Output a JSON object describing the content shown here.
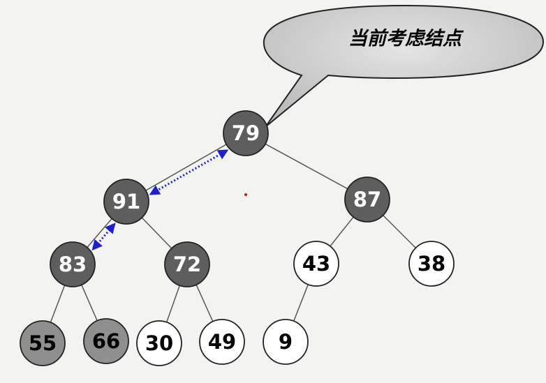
{
  "callout": {
    "text": "当前考虑结点",
    "fill": "#cfcfcf"
  },
  "colors": {
    "current_path": "#5e5e5e",
    "subtree": "#8f8f8f",
    "plain": "#ffffff",
    "edge": "#555555",
    "swap_arrow": "#1f1fd0",
    "light_text": "#ffffff",
    "dark_text": "#000000"
  },
  "nodes": [
    {
      "id": "n79",
      "label": "79",
      "style": "current_path"
    },
    {
      "id": "n91",
      "label": "91",
      "style": "current_path"
    },
    {
      "id": "n87",
      "label": "87",
      "style": "current_path"
    },
    {
      "id": "n83",
      "label": "83",
      "style": "current_path"
    },
    {
      "id": "n72",
      "label": "72",
      "style": "current_path"
    },
    {
      "id": "n43",
      "label": "43",
      "style": "plain"
    },
    {
      "id": "n38",
      "label": "38",
      "style": "plain"
    },
    {
      "id": "n55",
      "label": "55",
      "style": "subtree"
    },
    {
      "id": "n66",
      "label": "66",
      "style": "subtree"
    },
    {
      "id": "n30",
      "label": "30",
      "style": "plain"
    },
    {
      "id": "n49",
      "label": "49",
      "style": "plain"
    },
    {
      "id": "n9",
      "label": "9",
      "style": "plain"
    }
  ],
  "edges": [
    [
      "n79",
      "n91"
    ],
    [
      "n79",
      "n87"
    ],
    [
      "n91",
      "n83"
    ],
    [
      "n91",
      "n72"
    ],
    [
      "n87",
      "n43"
    ],
    [
      "n87",
      "n38"
    ],
    [
      "n83",
      "n55"
    ],
    [
      "n83",
      "n66"
    ],
    [
      "n72",
      "n30"
    ],
    [
      "n72",
      "n49"
    ],
    [
      "n43",
      "n9"
    ]
  ],
  "swap_arrows": [
    [
      "n79",
      "n91"
    ],
    [
      "n91",
      "n83"
    ]
  ]
}
